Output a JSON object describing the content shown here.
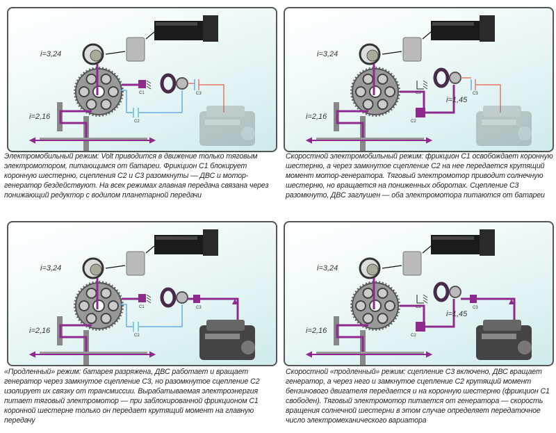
{
  "panels": [
    {
      "id": "ev-mode",
      "ratio_top": "i=3,24",
      "ratio_bottom": "i=2,16",
      "ratio_mid": "",
      "c1": "C1",
      "c2": "C2",
      "c3": "C3",
      "state": {
        "c1_locked": true,
        "c2_closed": false,
        "c3_closed": false,
        "engine_running": false,
        "high_speed": false
      },
      "caption": "Электромобильный режим: Volt приводится в движение только тяговым электромотором, питающимся от батареи. Фрикцион С1 блокирует коронную шестерню, сцепления С2 и С3 разомкнуты — ДВС и мотор-генератор бездействуют. На всех режимах главная передача связана через понижающий редуктор с водилом планетарной передачи"
    },
    {
      "id": "ev-high-speed-mode",
      "ratio_top": "i=3,24",
      "ratio_bottom": "i=2,16",
      "ratio_mid": "i=1,45",
      "c1": "C1",
      "c2": "C2",
      "c3": "C3",
      "state": {
        "c1_locked": false,
        "c2_closed": true,
        "c3_closed": false,
        "engine_running": false,
        "high_speed": true
      },
      "caption": "Скоростной электромобильный режим: фрикцион С1 освобождает коронную шестерню, а через замкнутое сцепление С2 на нее передается крутящий момент мотор-генератора. Тяговый электромотор приводит солнечную шестерню, но вращается на пониженных оборотах. Сцепление С3 разомкнуто, ДВС заглушен — оба электромотора питаются от батареи"
    },
    {
      "id": "extended-range-mode",
      "ratio_top": "i=3,24",
      "ratio_bottom": "i=2,16",
      "ratio_mid": "",
      "c1": "C1",
      "c2": "C2",
      "c3": "C3",
      "state": {
        "c1_locked": true,
        "c2_closed": false,
        "c3_closed": true,
        "engine_running": true,
        "high_speed": false
      },
      "caption": "«Продленный» режим: батарея разряжена, ДВС работает и вращает генератор через замкнутое сцепление С3, но разомкнутое сцепление С2 изолирует их связку от трансмиссии. Вырабатываемая электроэнергия питает тяговый электромотор — при заблокированной фрикционом С1 коронной шестерне только он передает крутящий момент на главную передачу"
    },
    {
      "id": "extended-range-high-speed-mode",
      "ratio_top": "i=3,24",
      "ratio_bottom": "i=2,16",
      "ratio_mid": "i=1,45",
      "c1": "C1",
      "c2": "C2",
      "c3": "C3",
      "state": {
        "c1_locked": false,
        "c2_closed": true,
        "c3_closed": true,
        "engine_running": true,
        "high_speed": true
      },
      "caption": "Скоростной «продленный» режим: сцепление С3 включено, ДВС вращает генератор, а через него и замкнутое сцепление С2 крутящий момент бензинового двигателя передается и на коронную шестерню (фрикцион С1 свободен). Тяговый электромотор питается от генератора — скорость вращения солнечной шестерни в этом случае определяет передаточное число электромеханического вариатора"
    }
  ],
  "colors": {
    "power": "#8e2a8e",
    "c2_line": "#7fd0cc",
    "c2_line_b": "#6aaee0",
    "c3_line": "#e8786a",
    "frame": "#555555"
  }
}
